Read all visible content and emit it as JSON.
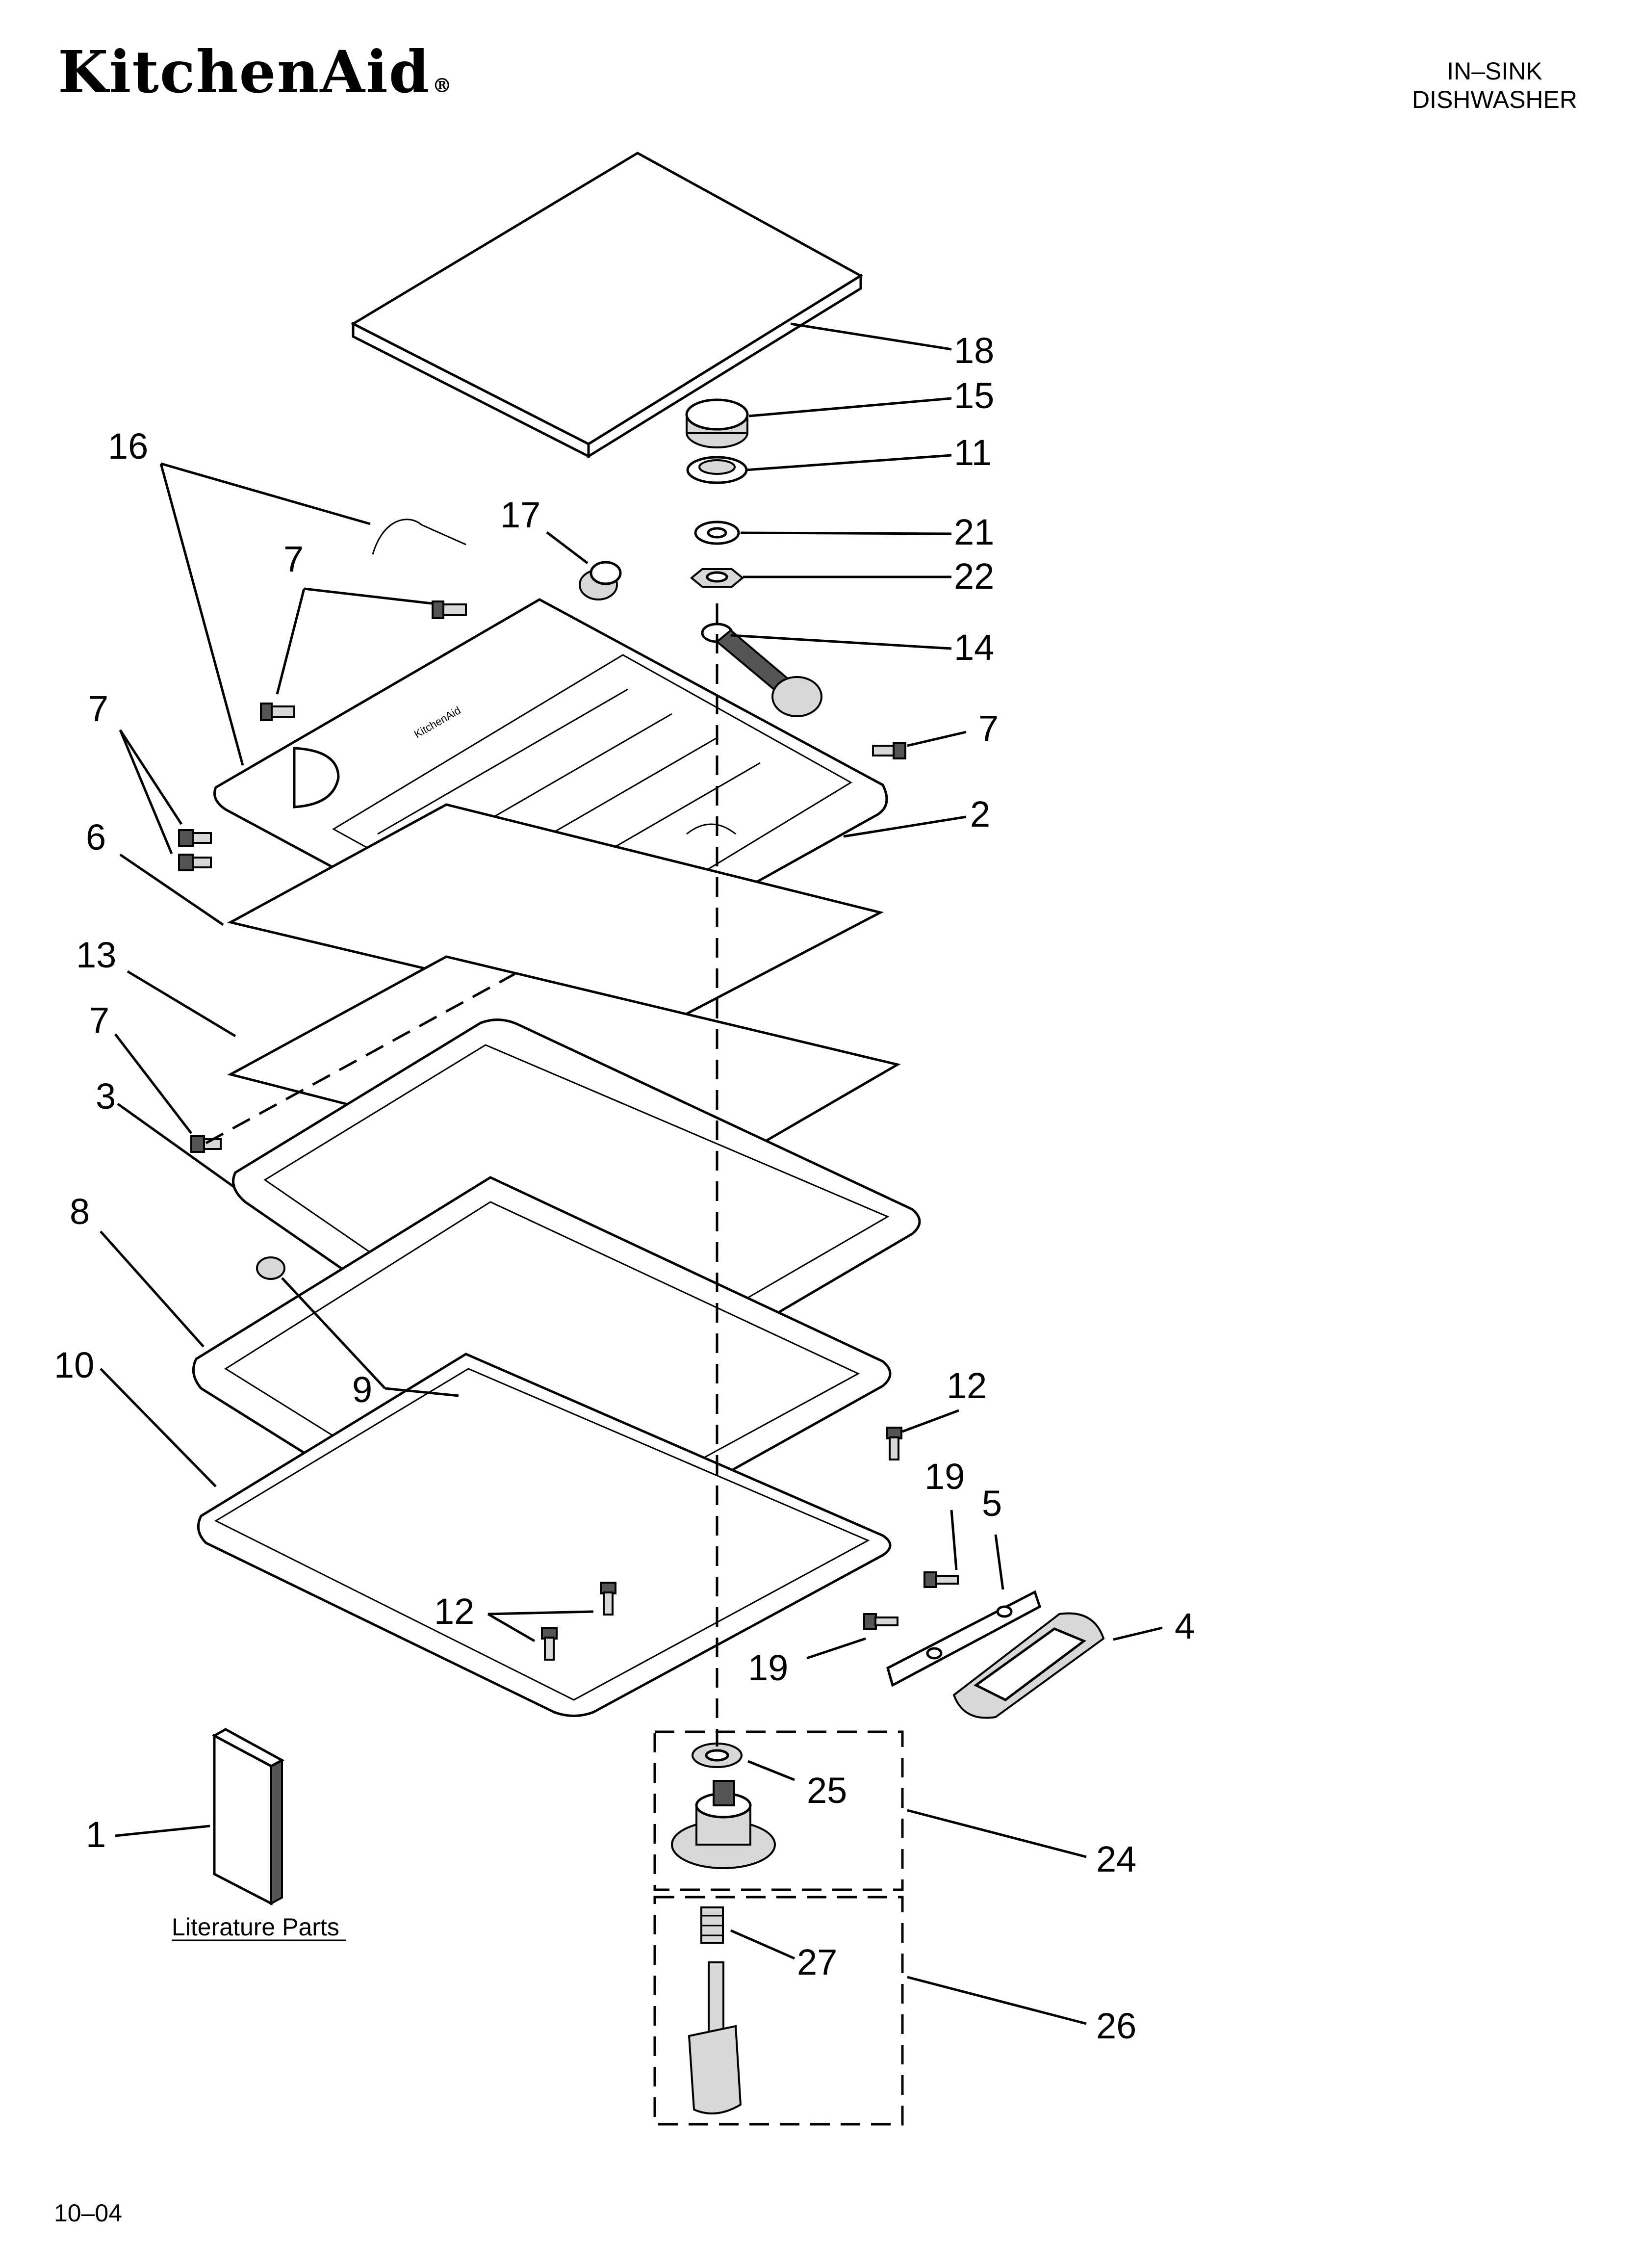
{
  "header": {
    "brand": "KitchenAid",
    "brand_mark": "®",
    "product_line1": "IN–SINK",
    "product_line2": "DISHWASHER"
  },
  "callouts": {
    "c18": "18",
    "c15": "15",
    "c11": "11",
    "c21": "21",
    "c22": "22",
    "c14": "14",
    "c16": "16",
    "c17": "17",
    "c7a": "7",
    "c7b": "7",
    "c7c": "7",
    "c7d": "7",
    "c2": "2",
    "c6": "6",
    "c13": "13",
    "c3": "3",
    "c8": "8",
    "c9": "9",
    "c10": "10",
    "c12a": "12",
    "c12b": "12",
    "c19a": "19",
    "c19b": "19",
    "c5": "5",
    "c4": "4",
    "c1": "1",
    "c25": "25",
    "c24": "24",
    "c27": "27",
    "c26": "26"
  },
  "literature_label": "Literature Parts",
  "footer_code": "10–04",
  "embossed_logo": "KitchenAid"
}
